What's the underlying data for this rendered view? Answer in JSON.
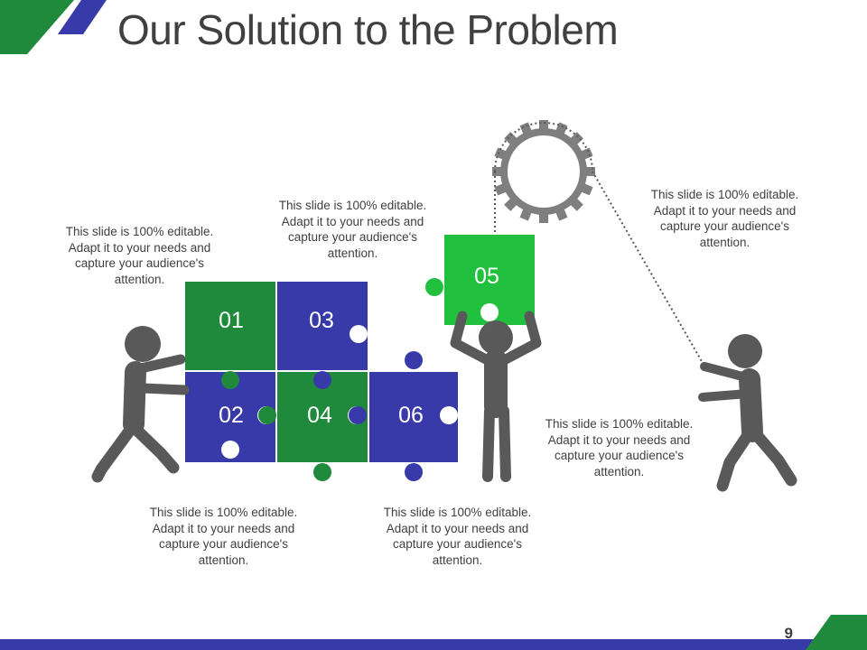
{
  "title": "Our Solution to the Problem",
  "page_number": "9",
  "pieces": [
    "01",
    "02",
    "03",
    "04",
    "05",
    "06"
  ],
  "notes": [
    "This slide is 100% editable. Adapt it to your needs and capture your audience's attention.",
    "This slide is 100% editable. Adapt it to your needs and capture your audience's attention.",
    "This slide is 100% editable. Adapt it to your needs and capture your audience's attention.",
    "This slide is 100% editable. Adapt it to your needs and capture your audience's attention.",
    "This slide is 100% editable. Adapt it to your needs and capture your audience's attention.",
    "This slide is 100% editable. Adapt it to your needs and capture your audience's attention."
  ],
  "colors": {
    "green": "#1f8a3b",
    "bright_green": "#22c03f",
    "blue": "#373aa8",
    "figure": "#595959",
    "text": "#404040"
  }
}
